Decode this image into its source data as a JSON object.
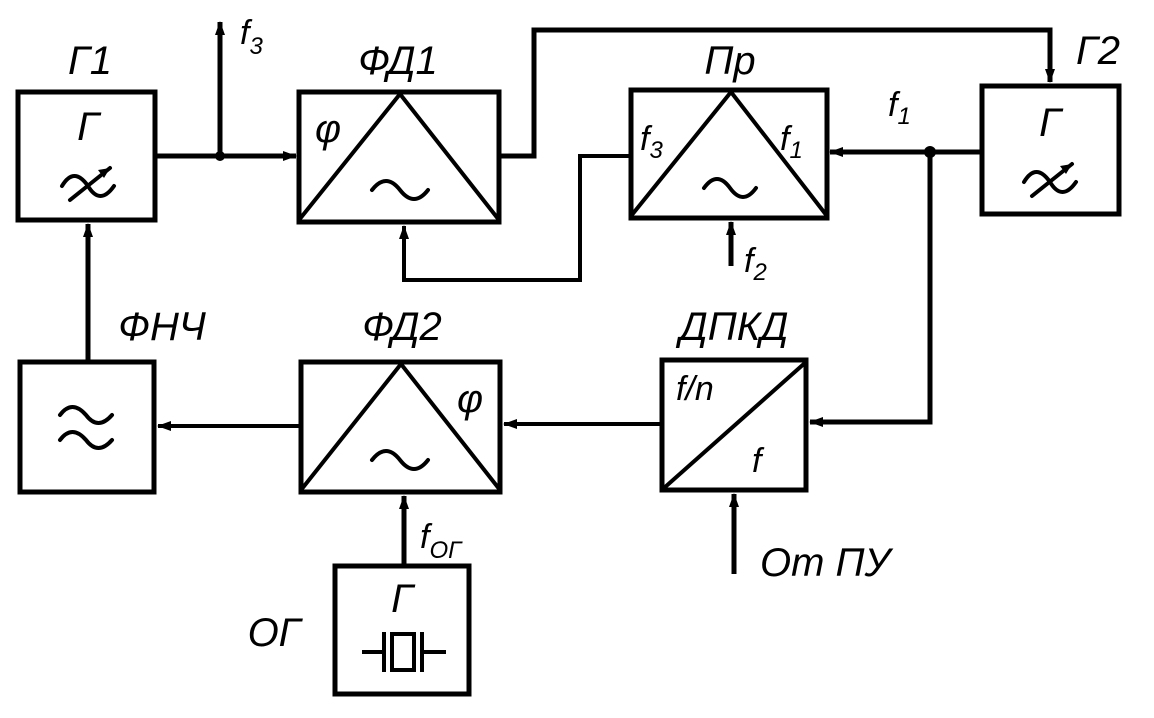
{
  "blocks": {
    "g1": {
      "label": "Г1",
      "symbol": "Г"
    },
    "fd1": {
      "label": "ФД1",
      "phi": "φ"
    },
    "pr": {
      "label": "Пр",
      "in_left": "f",
      "in_left_sub": "3",
      "in_right": "f",
      "in_right_sub": "1"
    },
    "g2": {
      "label": "Г2",
      "symbol": "Г"
    },
    "fnch": {
      "label": "ФНЧ"
    },
    "fd2": {
      "label": "ФД2",
      "phi": "φ"
    },
    "dpkd": {
      "label": "ДПКД",
      "top": "f/n",
      "bottom": "f"
    },
    "og": {
      "label": "ОГ",
      "symbol": "Г"
    }
  },
  "signals": {
    "f3_out": {
      "main": "f",
      "sub": "3"
    },
    "f1": {
      "main": "f",
      "sub": "1"
    },
    "f2": {
      "main": "f",
      "sub": "2"
    },
    "f_og": {
      "main": "f",
      "sub": "ОГ"
    },
    "from_pu": "От ПУ"
  }
}
